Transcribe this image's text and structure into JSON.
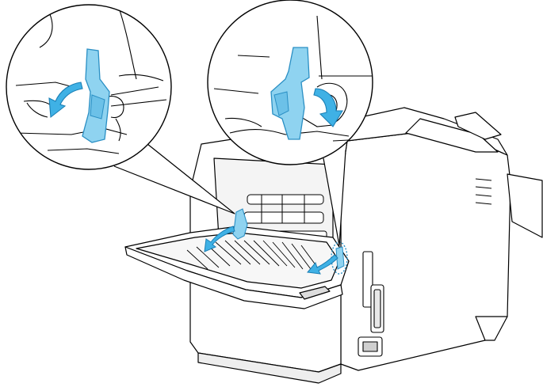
{
  "figure": {
    "subject": "printer-back-cover-open-with-envelope-levers",
    "callouts": [
      {
        "id": "left-callout",
        "shows": "left-envelope-lever-pushed-down"
      },
      {
        "id": "right-callout",
        "shows": "right-envelope-lever-pushed-down"
      }
    ],
    "colors": {
      "line": "#000000",
      "background": "#ffffff",
      "lever_fill": "#8fd3f0",
      "lever_stroke": "#2a8fc4",
      "arrow_fill": "#3fb1e5",
      "arrow_stroke": "#1a7fb5"
    },
    "icons": [
      "curved-down-arrow-icon",
      "lever-icon"
    ]
  }
}
